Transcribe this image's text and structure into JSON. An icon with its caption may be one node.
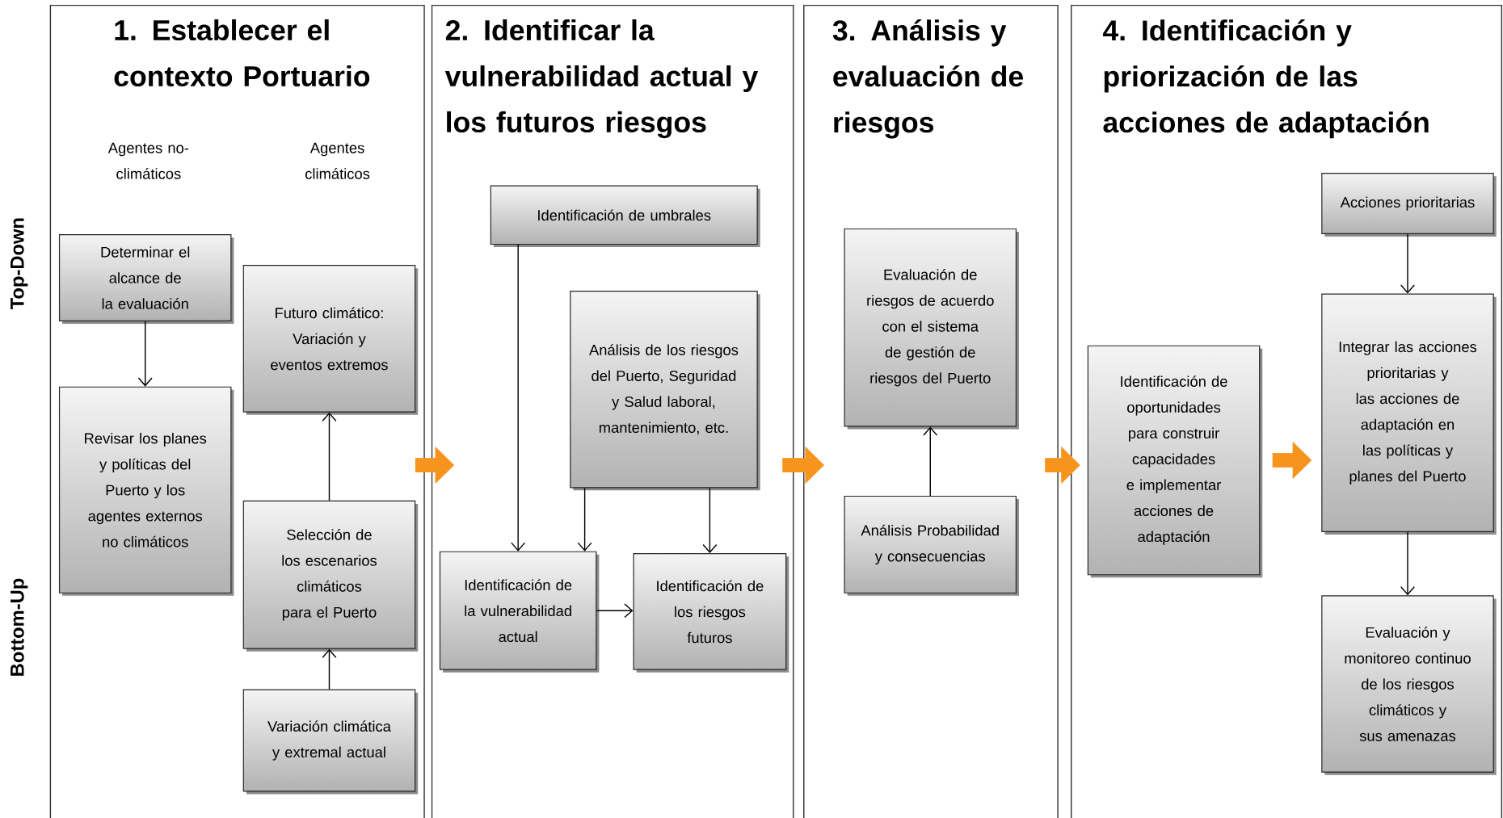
{
  "diagram": {
    "nodes": [
      {
        "text": [
          "1. Establecer el contexto Portuario"
        ]
      },
      {
        "text": [
          "2. Identificar la vulnerabilidad actual y los futuros riesgos"
        ]
      },
      {
        "text": [
          "3. Análisis y evaluación de riesgos"
        ]
      },
      {
        "text": [
          "4. Identificación y priorización de las acciones de adaptación"
        ]
      },
      {
        "text": [
          "Determinar el alcance de la evaluación"
        ],
        "in": 0
      },
      {
        "text": [
          "Revisar los planes y políticas del Puerto y los agentes externos no climáticos"
        ],
        "in": 0
      },
      {
        "text": [
          "Futuro climático: Variación y eventos extremos"
        ],
        "in": 0
      },
      {
        "text": [
          "Selección de los escenarios climáticos para el Puerto"
        ],
        "in": 0
      },
      {
        "text": [
          "Variación climática y extremal actual"
        ],
        "in": 0
      },
      {
        "text": [
          "Identificación de umbrales"
        ],
        "in": 1
      },
      {
        "text": [
          "Análisis de los riesgos del Puerto, Seguridad y Salud laboral, mantenimiento, etc."
        ],
        "in": 1
      },
      {
        "text": [
          "Identificación de la vulnerabilidad actual"
        ],
        "in": 1
      },
      {
        "text": [
          "Identificación de los riesgos futuros"
        ],
        "in": 1
      },
      {
        "text": [
          "Evaluación de riesgos de acuerdo con el sistema de gestión de riesgos del Puerto"
        ],
        "in": 2
      },
      {
        "text": [
          "Análisis Probabilidad y consecuencias"
        ],
        "in": 2
      },
      {
        "text": [
          "Acciones prioritarias"
        ],
        "in": 3
      },
      {
        "text": [
          "Identificación de oportunidades para construir capacidades e implementar acciones de adaptación"
        ],
        "in": 3
      },
      {
        "text": [
          "Integrar las acciones prioritarias y las acciones de adaptación en las políticas y planes del Puerto"
        ],
        "in": 3
      },
      {
        "text": [
          "Evaluación y monitoreo continuo de los riesgos climáticos y sus amenazas"
        ],
        "in": 3
      }
    ],
    "edges": [
      {
        "from": 4,
        "to": 5,
        "arrow": "to"
      },
      {
        "from": 7,
        "to": 6,
        "arrow": "to"
      },
      {
        "from": 8,
        "to": 7,
        "arrow": "to"
      },
      {
        "from": 9,
        "to": 11,
        "arrow": "to"
      },
      {
        "from": 10,
        "to": 11,
        "arrow": "to"
      },
      {
        "from": 10,
        "to": 12,
        "arrow": "to"
      },
      {
        "from": 11,
        "to": 12,
        "arrow": "to"
      },
      {
        "from": 14,
        "to": 13,
        "arrow": "to"
      },
      {
        "from": 15,
        "to": 17,
        "arrow": "to"
      },
      {
        "from": 17,
        "to": 18,
        "arrow": "to"
      },
      {
        "from": 0,
        "to": 1,
        "arrow": "to",
        "style": "thick",
        "color": "#f7941d"
      },
      {
        "from": 1,
        "to": 2,
        "arrow": "to",
        "style": "thick",
        "color": "#f7941d"
      },
      {
        "from": 2,
        "to": 3,
        "arrow": "to",
        "style": "thick",
        "color": "#f7941d"
      },
      {
        "from": 16,
        "to": 17,
        "arrow": "to",
        "style": "thick",
        "color": "#f7941d"
      }
    ],
    "labels": [
      "Top-Down",
      "Bottom-Up",
      "Agentes no-climáticos",
      "Agentes climáticos"
    ]
  }
}
